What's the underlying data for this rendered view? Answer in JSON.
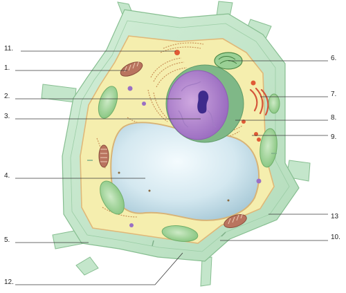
{
  "diagram": {
    "labels": [
      {
        "id": "11",
        "text": "11."
      },
      {
        "id": "1",
        "text": "1."
      },
      {
        "id": "2",
        "text": "2."
      },
      {
        "id": "3",
        "text": "3."
      },
      {
        "id": "4",
        "text": "4."
      },
      {
        "id": "5",
        "text": "5."
      },
      {
        "id": "12",
        "text": "12."
      },
      {
        "id": "6",
        "text": "6."
      },
      {
        "id": "7",
        "text": "7."
      },
      {
        "id": "8",
        "text": "8."
      },
      {
        "id": "9",
        "text": "9."
      },
      {
        "id": "13",
        "text": "13"
      },
      {
        "id": "10",
        "text": "10."
      }
    ],
    "colors": {
      "wall": "#c4e6cb",
      "wall_edge": "#86be90",
      "cytoplasm": "#f5eeae",
      "vacuole": "#cfe5ee",
      "nucleus": "#b78ad2",
      "nucleolus": "#3e2b8c",
      "chloroplast": "#a9d8a3",
      "mitochondrion": "#b9745f",
      "er": "#c68a50"
    }
  }
}
